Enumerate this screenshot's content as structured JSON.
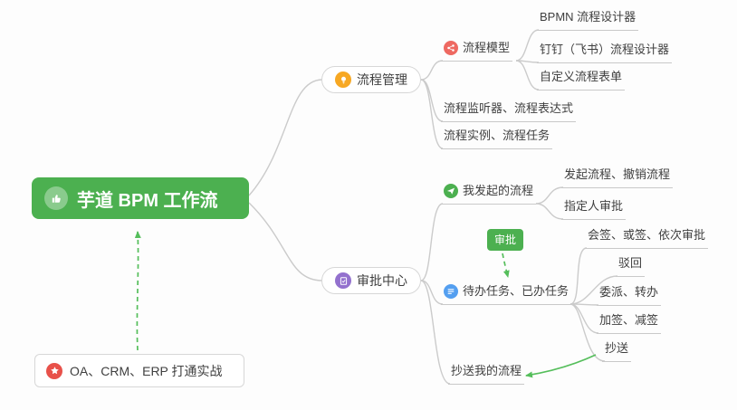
{
  "root": {
    "label": "芋道 BPM 工作流"
  },
  "note": {
    "label": "OA、CRM、ERP 打通实战"
  },
  "approval_badge": {
    "label": "审批"
  },
  "process_management": {
    "label": "流程管理",
    "model": {
      "label": "流程模型",
      "children": [
        "BPMN 流程设计器",
        "钉钉（飞书）流程设计器",
        "自定义流程表单"
      ]
    },
    "listener": {
      "label": "流程监听器、流程表达式"
    },
    "instance": {
      "label": "流程实例、流程任务"
    }
  },
  "approval_center": {
    "label": "审批中心",
    "my_initiated": {
      "label": "我发起的流程",
      "children": [
        "发起流程、撤销流程",
        "指定人审批"
      ]
    },
    "tasks": {
      "label": "待办任务、已办任务",
      "children": [
        "会签、或签、依次审批",
        "驳回",
        "委派、转办",
        "加签、减签",
        "抄送"
      ]
    },
    "cc": {
      "label": "抄送我的流程"
    }
  },
  "colors": {
    "root_green": "#4CB050",
    "badge_green": "#4CB050",
    "arrow_green": "#55BE5B",
    "line_gray": "#CBCBCB",
    "underline_gray": "#C9C9C9",
    "border_gray": "#D7D7D7",
    "text_dark": "#3F3F3F",
    "icon_red": "#E8514A",
    "icon_orange": "#F7A823",
    "icon_pink": "#EE6961",
    "icon_green": "#4CB050",
    "icon_blue": "#549FF0",
    "icon_purple": "#9371CE"
  }
}
